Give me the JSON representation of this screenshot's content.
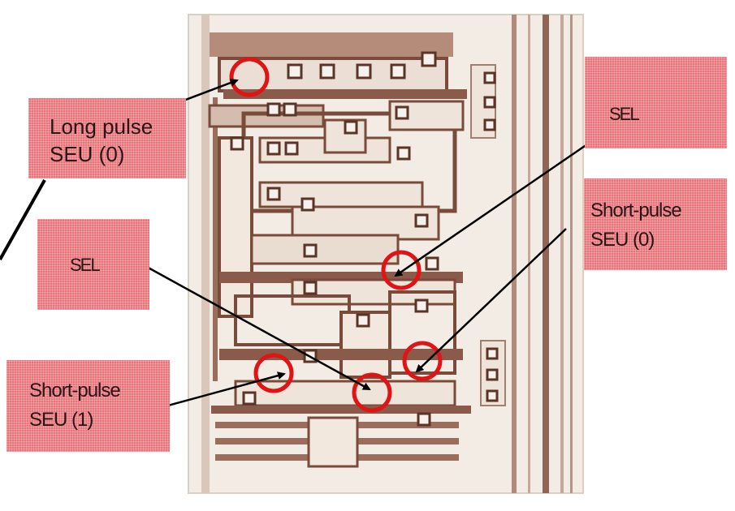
{
  "colors": {
    "label_fill": "#e8747a",
    "marker_ring": "#e01414",
    "die_background": "#f3ece4",
    "die_trace": "#7a4a3a"
  },
  "annotations": [
    {
      "id": "long-pulse-seu-0",
      "lines": [
        "Long pulse",
        "SEU (0)"
      ]
    },
    {
      "id": "sel-left",
      "lines": [
        "SEL"
      ]
    },
    {
      "id": "short-pulse-seu-1",
      "lines": [
        "Short-pulse",
        "SEU (1)"
      ]
    },
    {
      "id": "sel-right",
      "lines": [
        "SEL"
      ]
    },
    {
      "id": "short-pulse-seu-0",
      "lines": [
        "Short-pulse",
        "SEU (0)"
      ]
    }
  ]
}
